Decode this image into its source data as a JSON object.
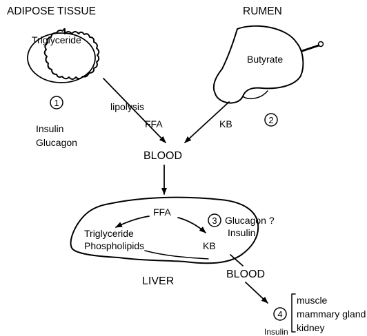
{
  "headings": {
    "adipose": "ADIPOSE TISSUE",
    "rumen": "RUMEN",
    "blood_main": "BLOOD",
    "liver": "LIVER",
    "blood_lower": "BLOOD"
  },
  "adipose": {
    "content": "Triglyceride",
    "step_number": "1",
    "hormones": [
      "Insulin",
      "Glucagon"
    ],
    "process": "lipolysis",
    "output": "FFA"
  },
  "rumen": {
    "content": "Butyrate",
    "step_number": "2",
    "output": "KB"
  },
  "liver": {
    "ffa": "FFA",
    "products": [
      "Triglyceride",
      "Phospholipids"
    ],
    "kb": "KB",
    "step_number": "3",
    "hormones": [
      "Glucagon ?",
      "Insulin"
    ]
  },
  "periphery": {
    "step_number": "4",
    "tissues": [
      "muscle",
      "mammary gland",
      "kidney"
    ],
    "hormone": "Insulin"
  }
}
